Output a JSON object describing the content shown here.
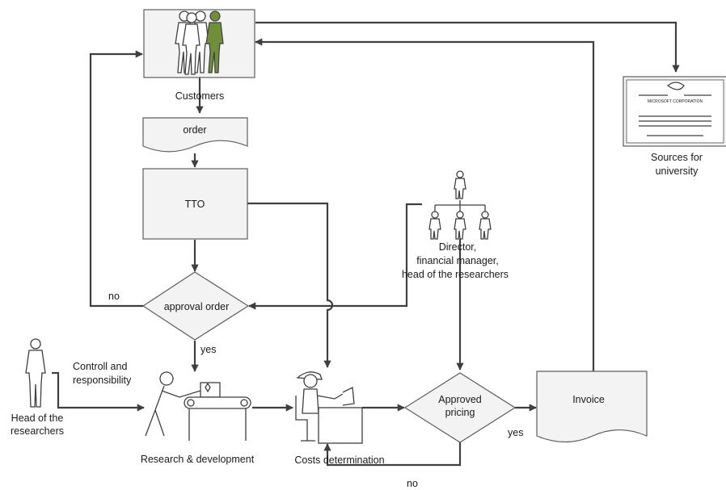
{
  "nodes": {
    "customers": "Customers",
    "order": "order",
    "tto": "TTO",
    "approval_order": "approval order",
    "approved_pricing_1": "Approved",
    "approved_pricing_2": "pricing",
    "invoice": "Invoice",
    "research": "Research & development",
    "costs": "Costs determination",
    "head_1": "Head of the",
    "head_2": "researchers",
    "controll_1": "Controll and",
    "controll_2": "responsibility",
    "director_1": "Director,",
    "director_2": "financial manager,",
    "director_3": "head of the researchers",
    "sources_1": "Sources for",
    "sources_2": "university",
    "certificate_text": "MICROSOFT CORPORATION"
  },
  "edge_labels": {
    "no_left": "no",
    "yes_approval": "yes",
    "yes_pricing": "yes",
    "no_bottom": "no"
  },
  "colors": {
    "accent_figure": "#6f8f3a",
    "shape_fill": "#f3f3f3",
    "stroke": "#3f3f3f"
  }
}
